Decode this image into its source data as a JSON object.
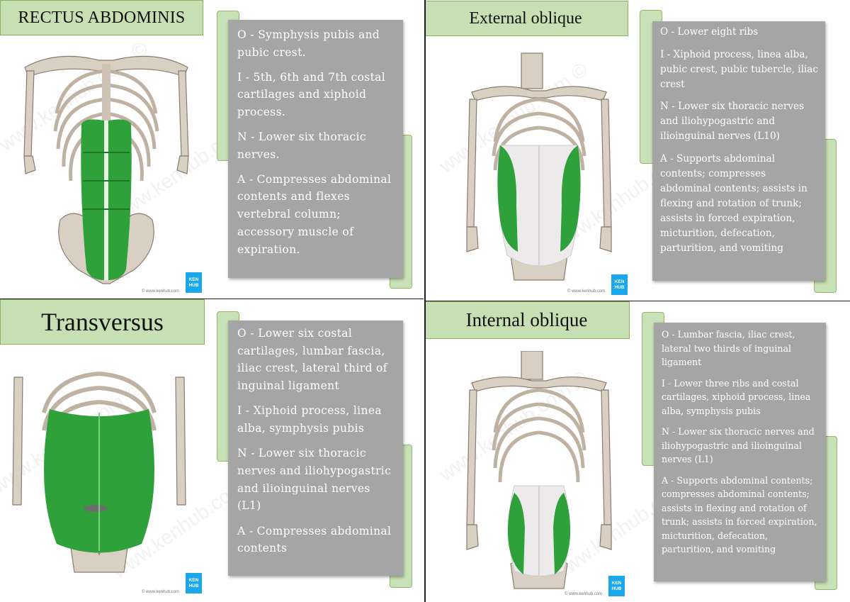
{
  "panels": [
    {
      "title": "RECTUS ABDOMINIS",
      "lines": [
        "O - Symphysis pubis and pubic crest.",
        "I - 5th, 6th and 7th costal cartilages and xiphoid process.",
        "N - Lower six thoracic nerves.",
        "A - Compresses abdominal contents and flexes vertebral column; accessory muscle of expiration."
      ],
      "watermark": "www.kenhub.com ©",
      "logo": [
        "KEN",
        "HUB"
      ],
      "copyright": "© www.kenhub.com"
    },
    {
      "title": "External oblique",
      "lines": [
        "O - Lower eight ribs",
        "I - Xiphoid process, linea alba, pubic crest, pubic tubercle, iliac crest",
        "N - Lower six thoracic nerves and iliohypogastric and ilioinguinal nerves (L10)",
        "A - Supports abdominal contents; compresses abdominal contents; assists in flexing and rotation of trunk; assists in forced expiration, micturition, defecation, parturition, and vomiting"
      ],
      "watermark": "www.kenhub.com ©",
      "logo": [
        "KEN",
        "HUB"
      ],
      "copyright": "© www.kenhub.com"
    },
    {
      "title": "Transversus",
      "lines": [
        "O - Lower six costal cartilages, lumbar fascia, iliac crest, lateral third of inguinal ligament",
        "I - Xiphoid process, linea alba, symphysis pubis",
        "N - Lower six thoracic nerves and iliohypogastric and ilioinguinal nerves (L1)",
        "A - Compresses abdominal contents"
      ],
      "watermark": "www.kenhub.com ©",
      "logo": [
        "KEN",
        "HUB"
      ],
      "copyright": "© www.kenhub.com"
    },
    {
      "title": "Internal oblique",
      "lines": [
        "O - Lumbar fascia, iliac crest, lateral two thirds of inguinal ligament",
        "I - Lower three ribs and costal cartilages, xiphoid process, linea alba, symphysis pubis",
        "N - Lower six thoracic nerves and iliohypogastric and ilioinguinal nerves (L1)",
        "A - Supports abdominal contents; compresses abdominal contents; assists in flexing and rotation of trunk; assists in forced expiration, micturition, defecation, parturition, and vomiting"
      ],
      "watermark": "www.kenhub.com ©",
      "logo": [
        "KEN",
        "HUB"
      ],
      "copyright": "© www.kenhub.com"
    }
  ],
  "colors": {
    "muscle_green": "#2ea13a",
    "title_fill": "#c6dfb3",
    "card_gray": "#a5a5a5",
    "logo_blue": "#1aa7ec"
  }
}
